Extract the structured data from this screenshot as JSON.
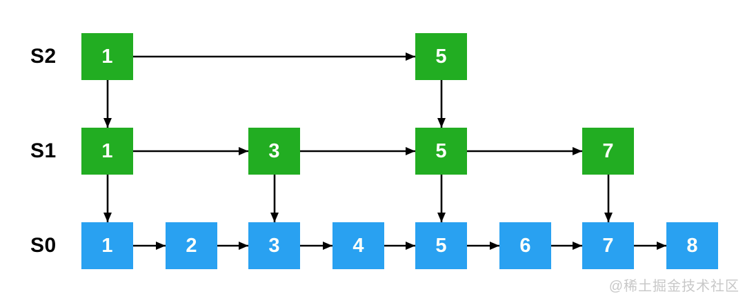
{
  "diagram": {
    "type": "skip-list",
    "levels": [
      {
        "label": "S2",
        "node_color": "#22ad22",
        "nodes": [
          {
            "value": "1"
          },
          {
            "value": "5"
          }
        ]
      },
      {
        "label": "S1",
        "node_color": "#22ad22",
        "nodes": [
          {
            "value": "1"
          },
          {
            "value": "3"
          },
          {
            "value": "5"
          },
          {
            "value": "7"
          }
        ]
      },
      {
        "label": "S0",
        "node_color": "#29a1f1",
        "nodes": [
          {
            "value": "1"
          },
          {
            "value": "2"
          },
          {
            "value": "3"
          },
          {
            "value": "4"
          },
          {
            "value": "5"
          },
          {
            "value": "6"
          },
          {
            "value": "7"
          },
          {
            "value": "8"
          }
        ]
      }
    ],
    "edges": [
      {
        "from": "S2:1",
        "to": "S2:5"
      },
      {
        "from": "S2:1",
        "to": "S1:1"
      },
      {
        "from": "S2:5",
        "to": "S1:5"
      },
      {
        "from": "S1:1",
        "to": "S1:3"
      },
      {
        "from": "S1:3",
        "to": "S1:5"
      },
      {
        "from": "S1:5",
        "to": "S1:7"
      },
      {
        "from": "S1:1",
        "to": "S0:1"
      },
      {
        "from": "S1:3",
        "to": "S0:3"
      },
      {
        "from": "S1:5",
        "to": "S0:5"
      },
      {
        "from": "S1:7",
        "to": "S0:7"
      },
      {
        "from": "S0:1",
        "to": "S0:2"
      },
      {
        "from": "S0:2",
        "to": "S0:3"
      },
      {
        "from": "S0:3",
        "to": "S0:4"
      },
      {
        "from": "S0:4",
        "to": "S0:5"
      },
      {
        "from": "S0:5",
        "to": "S0:6"
      },
      {
        "from": "S0:6",
        "to": "S0:7"
      },
      {
        "from": "S0:7",
        "to": "S0:8"
      }
    ],
    "colors": {
      "node_green": "#22ad22",
      "node_blue": "#29a1f1",
      "node_text": "#ffffff",
      "arrow": "#000000",
      "label_text": "#000000",
      "watermark_text": "#c8c8c8",
      "background": "#ffffff"
    },
    "watermark": "@稀土掘金技术社区"
  }
}
